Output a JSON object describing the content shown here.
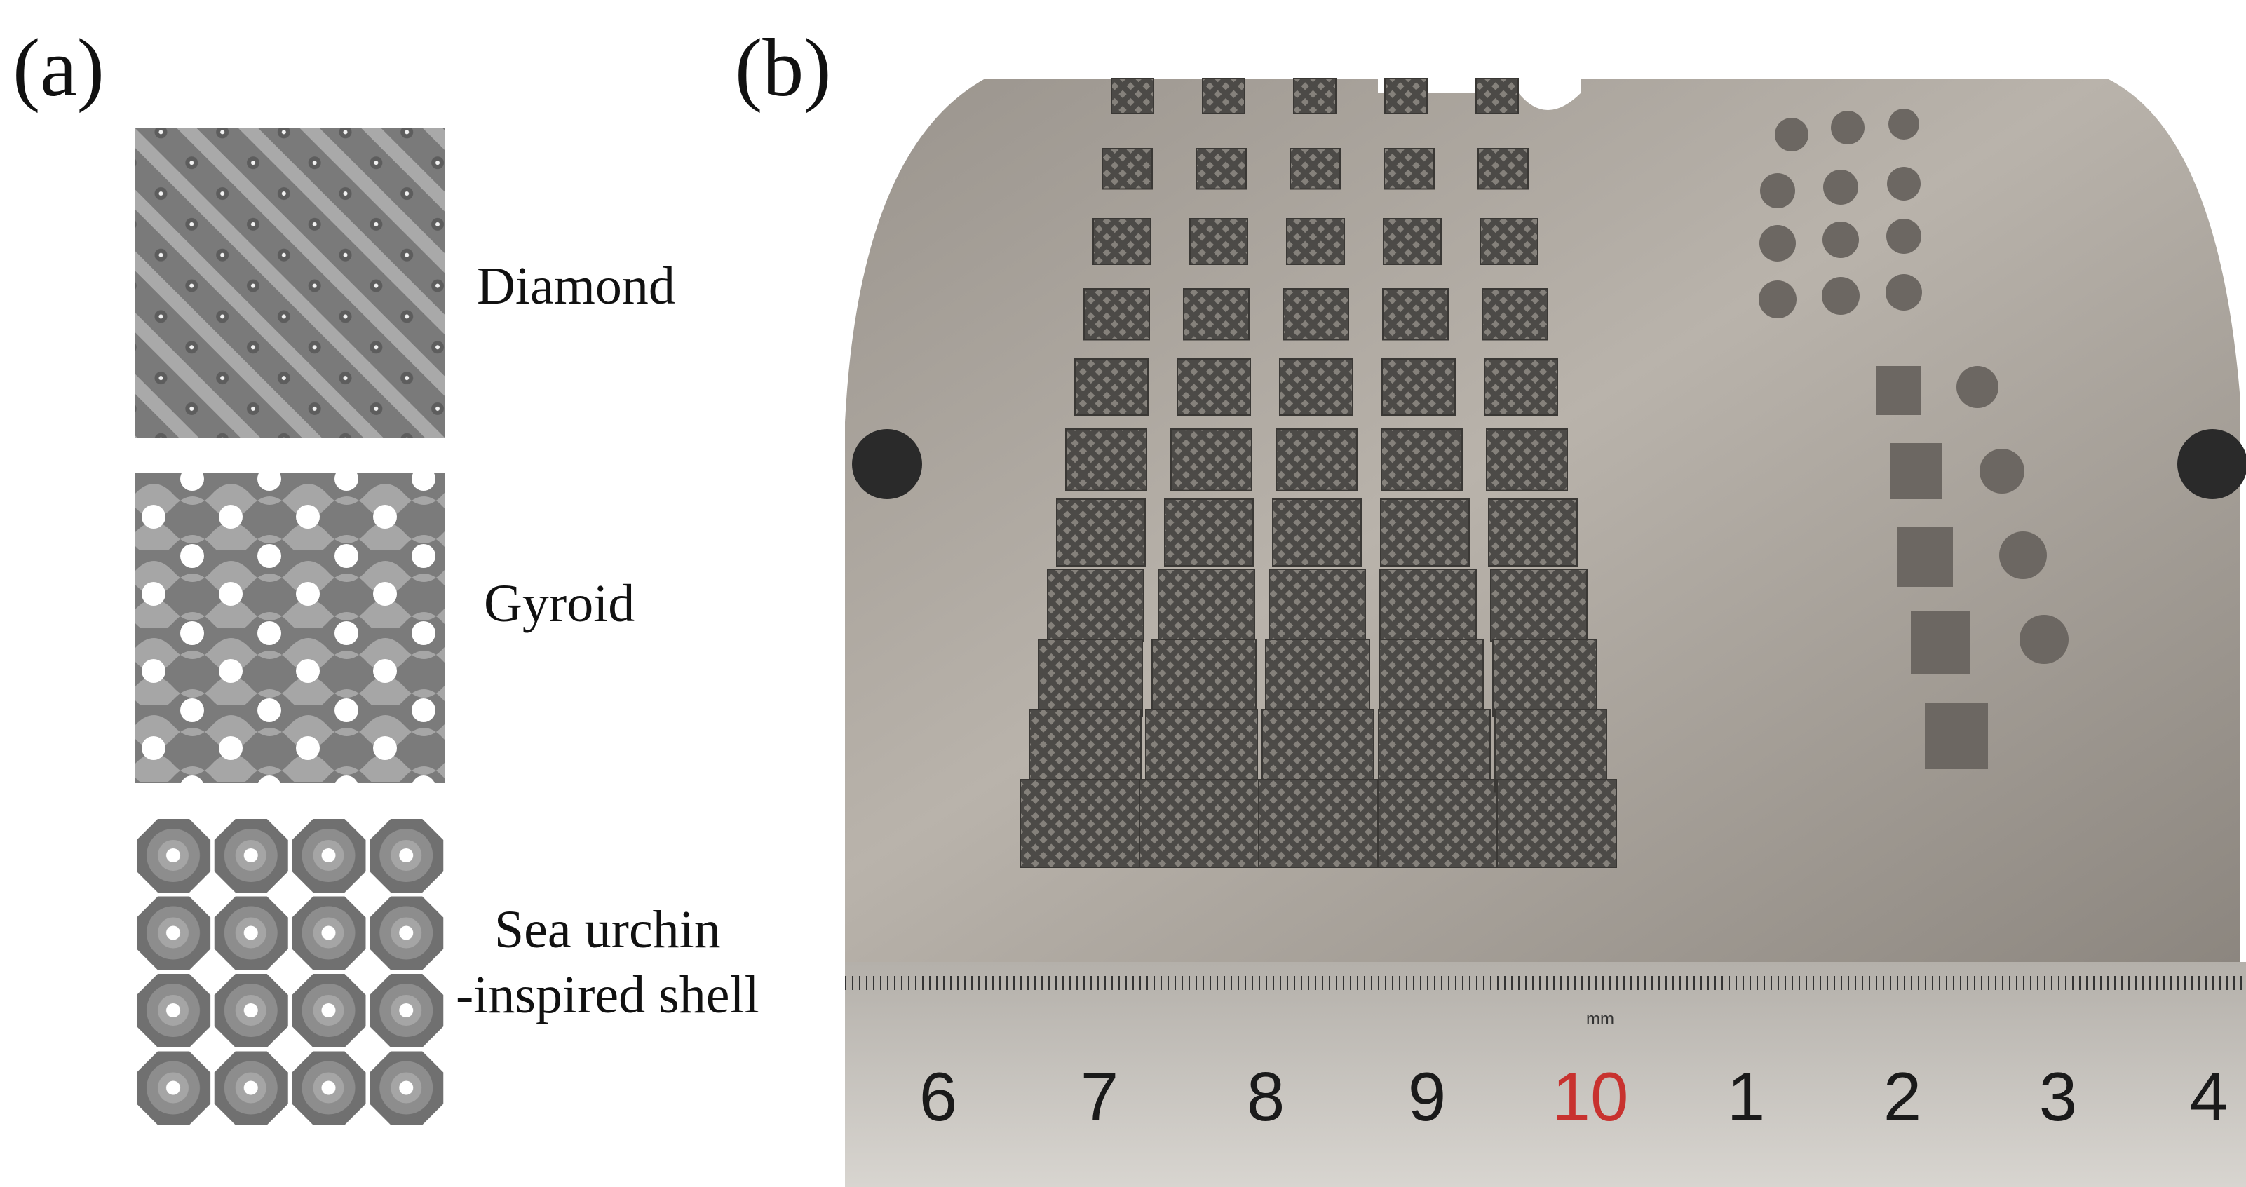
{
  "figure": {
    "panel_a_label": "(a)",
    "panel_b_label": "(b)",
    "lattices": [
      {
        "name_line1": "Diamond",
        "name_line2": "",
        "icon": "diamond-lattice-render"
      },
      {
        "name_line1": "Gyroid",
        "name_line2": "",
        "icon": "gyroid-lattice-render"
      },
      {
        "name_line1": "Sea urchin",
        "name_line2": "-inspired shell",
        "icon": "sea-urchin-lattice-render"
      }
    ],
    "photo": {
      "description_icon": "build-plate-photo",
      "ruler_unit": "mm",
      "ruler_digits": [
        "6",
        "7",
        "8",
        "9",
        "10",
        "1",
        "2",
        "3",
        "4"
      ],
      "highlight_digit_color": "#c8322f"
    }
  }
}
